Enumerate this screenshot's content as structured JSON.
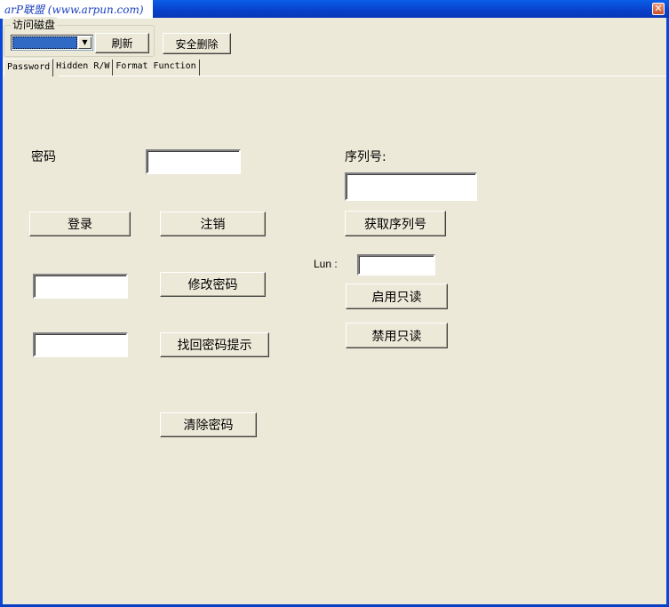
{
  "window": {
    "title": "arP联盟 (www.arpun.com)",
    "close_icon": "close-icon"
  },
  "disk_group": {
    "label": "访问磁盘",
    "drive_select": {
      "value": ""
    },
    "refresh_label": "刷新"
  },
  "toolbar": {
    "secure_delete_label": "安全删除"
  },
  "tabs": [
    {
      "label": "Password",
      "active": true
    },
    {
      "label": "Hidden R/W",
      "active": false
    },
    {
      "label": "Format Function",
      "active": false
    }
  ],
  "password_tab": {
    "password_label": "密码",
    "password_value": "",
    "login_label": "登录",
    "logout_label": "注销",
    "change_password_value": "",
    "change_password_label": "修改密码",
    "hint_value": "",
    "recover_hint_label": "找回密码提示",
    "clear_password_label": "清除密码",
    "serial_label": "序列号:",
    "serial_value": "",
    "get_serial_label": "获取序列号",
    "lun_label": "Lun :",
    "lun_value": "",
    "enable_readonly_label": "启用只读",
    "disable_readonly_label": "禁用只读"
  },
  "colors": {
    "titlebar": "#0a46d8",
    "face": "#ece9d8",
    "selection": "#316ac5"
  }
}
